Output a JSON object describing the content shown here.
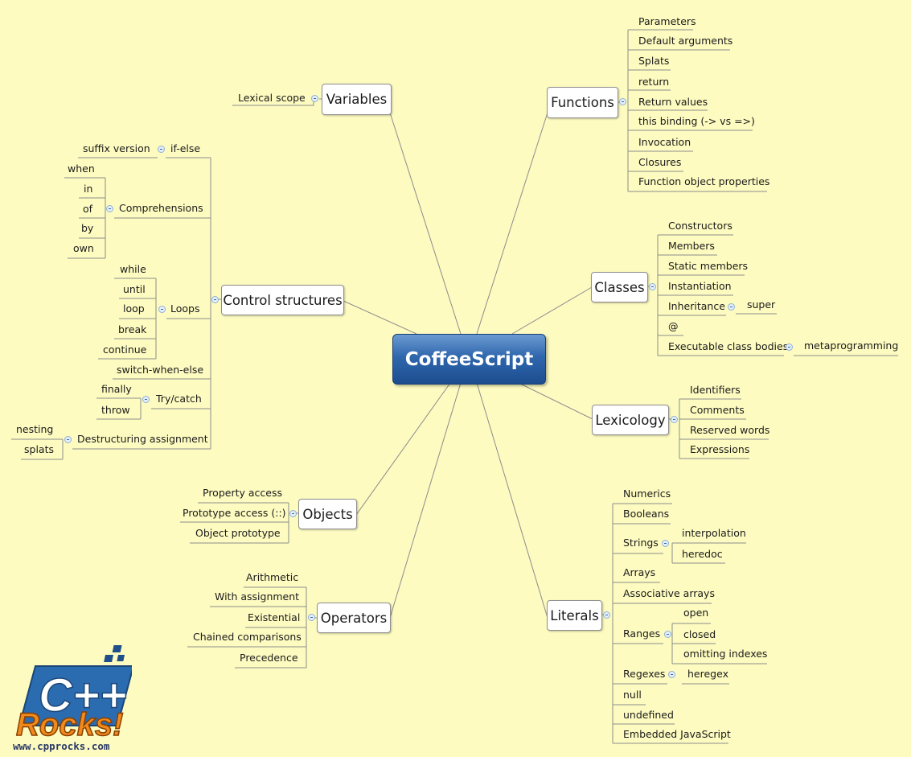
{
  "root": {
    "label": "CoffeeScript"
  },
  "branches": {
    "variables": {
      "label": "Variables",
      "children": [
        "Lexical scope"
      ]
    },
    "functions": {
      "label": "Functions",
      "children": [
        "Parameters",
        "Default arguments",
        "Splats",
        "return",
        "Return values",
        "this binding (-> vs =>)",
        "Invocation",
        "Closures",
        "Function object properties"
      ]
    },
    "control": {
      "label": "Control structures",
      "ifelse": {
        "label": "if-else",
        "children": [
          "suffix version"
        ]
      },
      "comprehensions": {
        "label": "Comprehensions",
        "children": [
          "when",
          "in",
          "of",
          "by",
          "own"
        ]
      },
      "loops": {
        "label": "Loops",
        "children": [
          "while",
          "until",
          "loop",
          "break",
          "continue"
        ]
      },
      "switch": {
        "label": "switch-when-else"
      },
      "trycatch": {
        "label": "Try/catch",
        "children": [
          "finally",
          "throw"
        ]
      },
      "destructuring": {
        "label": "Destructuring assignment",
        "children": [
          "nesting",
          "splats"
        ]
      }
    },
    "classes": {
      "label": "Classes",
      "children": [
        "Constructors",
        "Members",
        "Static members",
        "Instantiation",
        "Inheritance",
        "@",
        "Executable class bodies"
      ],
      "inheritance_child": "super",
      "exec_child": "metaprogramming"
    },
    "lexicology": {
      "label": "Lexicology",
      "children": [
        "Identifiers",
        "Comments",
        "Reserved words",
        "Expressions"
      ]
    },
    "objects": {
      "label": "Objects",
      "children": [
        "Property access",
        "Prototype access (::)",
        "Object prototype"
      ]
    },
    "operators": {
      "label": "Operators",
      "children": [
        "Arithmetic",
        "With assignment",
        "Existential",
        "Chained comparisons",
        "Precedence"
      ]
    },
    "literals": {
      "label": "Literals",
      "children": [
        "Numerics",
        "Booleans",
        "Strings",
        "Arrays",
        "Associative arrays",
        "Ranges",
        "Regexes",
        "null",
        "undefined",
        "Embedded JavaScript"
      ],
      "strings_children": [
        "interpolation",
        "heredoc"
      ],
      "ranges_children": [
        "open",
        "closed",
        "omitting indexes"
      ],
      "regexes_children": [
        "heregex"
      ]
    }
  },
  "logo": {
    "line1": "C++",
    "line2": "Rocks!",
    "url": "www.cpprocks.com"
  },
  "colors": {
    "background": "#fdfbc0",
    "root_top": "#6b9ad2",
    "root_bottom": "#1c4d8f",
    "line": "#8c8c8c",
    "logo_blue": "#2b6cb0",
    "logo_orange": "#f08a1c"
  }
}
